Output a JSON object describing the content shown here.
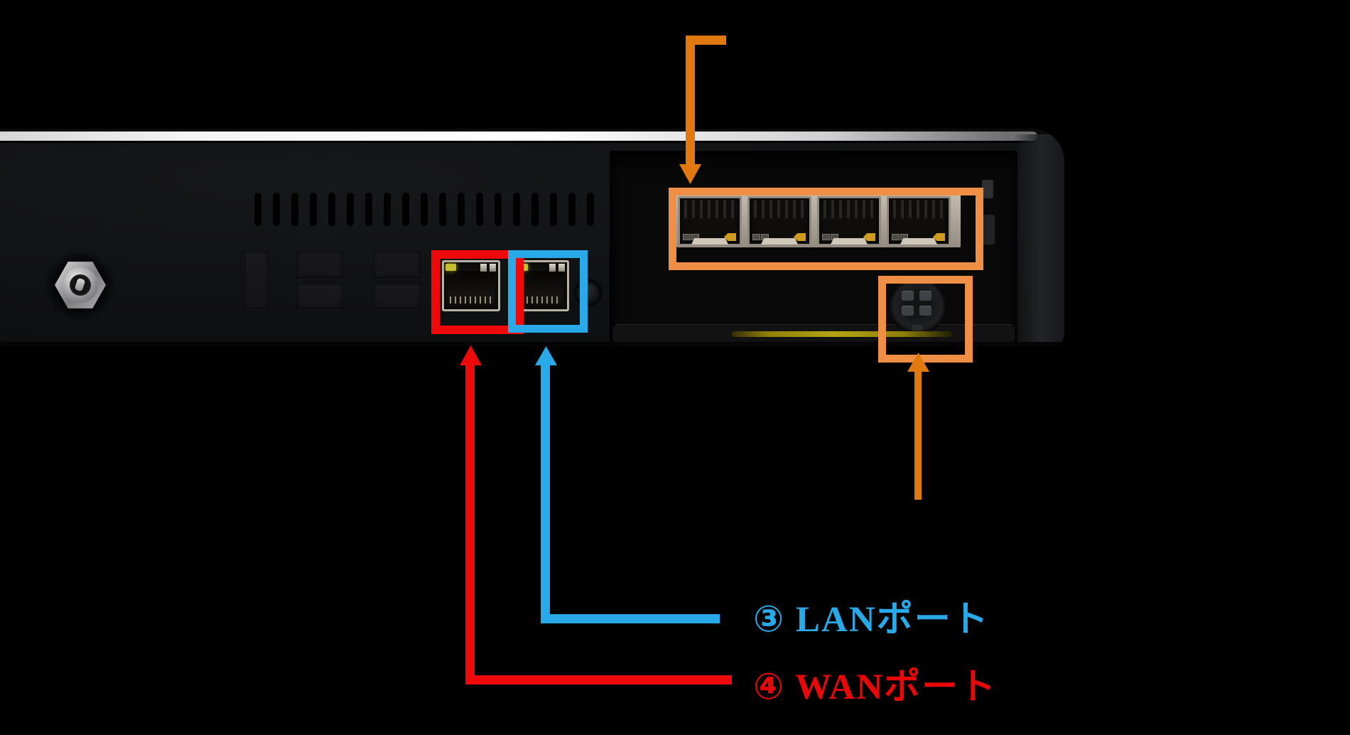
{
  "figure": {
    "description": "rear-panel photo of a black network router with annotated ports",
    "background_color": "#000000"
  },
  "colors": {
    "annotation_orange_arrow": "#E2790F",
    "annotation_orange_box": "#EF8F46",
    "annotation_red": "#EE0A0A",
    "annotation_blue": "#29A9E8",
    "led_amber": "#CF9C1D",
    "led_yellow_green": "#C6BE2B"
  },
  "labels": {
    "lan": {
      "text": "③ LANポート",
      "color": "#29A9E8"
    },
    "wan": {
      "text": "④ WANポート",
      "color": "#EA0707"
    }
  },
  "device": {
    "vent_count": 19,
    "lan_group_port_count": 4
  }
}
